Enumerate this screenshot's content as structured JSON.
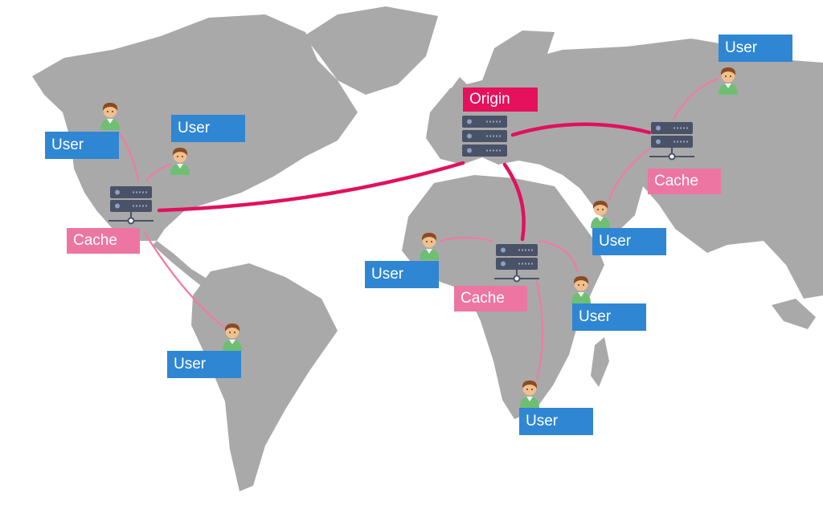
{
  "colors": {
    "land": "#a9a9a9",
    "origin_link": "#e0115f",
    "cache_link": "#ef7aa6",
    "user_label_bg": "#2f86d2",
    "cache_label_bg": "#ec76a1",
    "origin_label_bg": "#e5115c",
    "server": "#4a5268"
  },
  "origin": {
    "label": "Origin",
    "icon": "server-rack-icon"
  },
  "caches": [
    {
      "id": "north-america",
      "label": "Cache",
      "icon": "server-icon"
    },
    {
      "id": "asia",
      "label": "Cache",
      "icon": "server-icon"
    },
    {
      "id": "africa",
      "label": "Cache",
      "icon": "server-icon"
    }
  ],
  "users": [
    {
      "id": "na-west",
      "label": "User",
      "icon": "person-icon"
    },
    {
      "id": "na-east",
      "label": "User",
      "icon": "person-icon"
    },
    {
      "id": "south-america",
      "label": "User",
      "icon": "person-icon"
    },
    {
      "id": "russia",
      "label": "User",
      "icon": "person-icon"
    },
    {
      "id": "middle-east",
      "label": "User",
      "icon": "person-icon"
    },
    {
      "id": "west-africa",
      "label": "User",
      "icon": "person-icon"
    },
    {
      "id": "east-africa",
      "label": "User",
      "icon": "person-icon"
    },
    {
      "id": "south-africa",
      "label": "User",
      "icon": "person-icon"
    }
  ]
}
